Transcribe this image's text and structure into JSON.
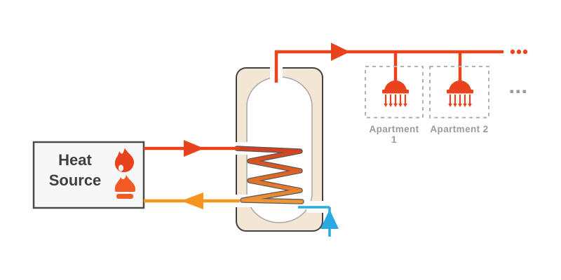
{
  "heat_source": {
    "line1": "Heat",
    "line2": "Source"
  },
  "apartments": [
    {
      "label": "Apartment 1"
    },
    {
      "label": "Apartment 2"
    }
  ],
  "icons": {
    "heat_source": [
      "flame-red-icon",
      "flame-orange-icon"
    ],
    "apartment_fixture": "shower-icon",
    "more_pipe": "ellipsis-red-icon",
    "more_apartments": "ellipsis-gray-icon"
  },
  "colors": {
    "hot": "#e8431c",
    "warm_return": "#f7941e",
    "cold": "#29abe2",
    "tank_insulation": "#f4e6d4",
    "tank_outline": "#414042",
    "coil_top": "#cf3a1d",
    "coil_mid": "#e2661f",
    "coil_bottom": "#f09a3a",
    "label_gray": "#9b9b9b",
    "dash_gray": "#b3b3b3",
    "text_dark": "#3f3f41"
  }
}
